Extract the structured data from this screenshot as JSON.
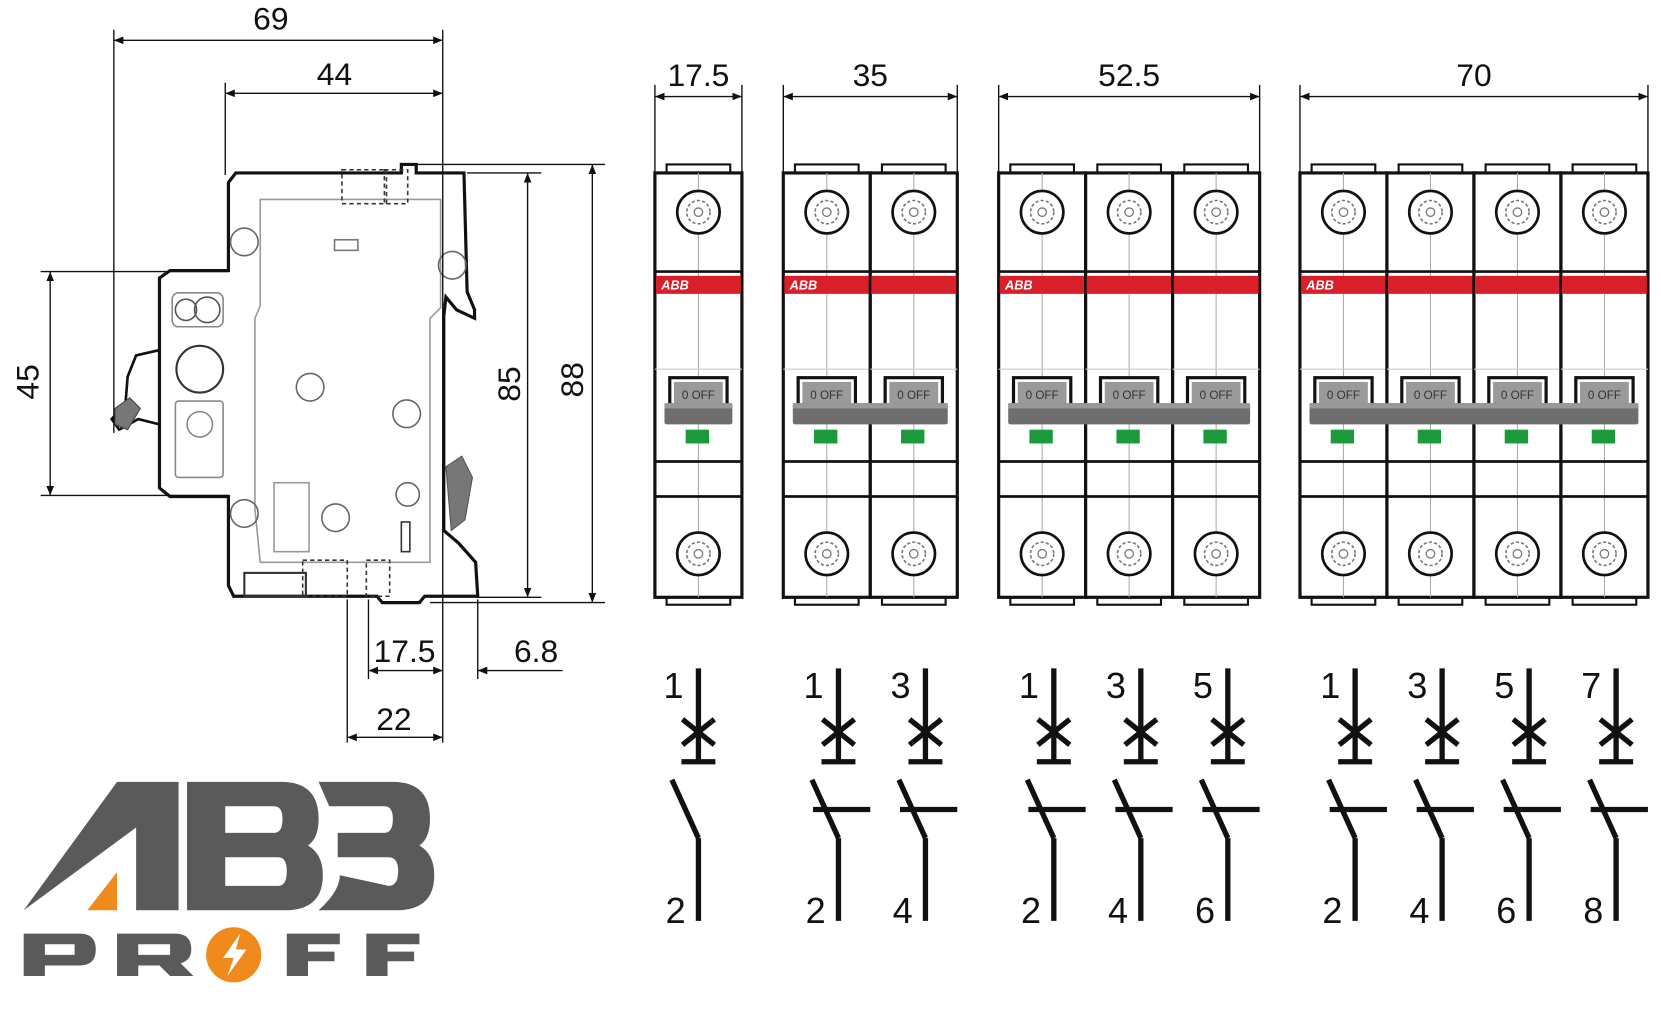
{
  "side_view": {
    "dim_width_total": "69",
    "dim_width_body": "44",
    "dim_height_front": "45",
    "dim_height_body": "85",
    "dim_height_total": "88",
    "dim_rail_offset": "17.5",
    "dim_rail_depth": "6.8",
    "dim_bottom": "22"
  },
  "front_view": {
    "brand_label": "ABB",
    "toggle_label": "0 OFF",
    "groups": [
      {
        "width_label": "17.5",
        "poles": 1,
        "top_terminals": [
          "1"
        ],
        "bottom_terminals": [
          "2"
        ]
      },
      {
        "width_label": "35",
        "poles": 2,
        "top_terminals": [
          "1",
          "3"
        ],
        "bottom_terminals": [
          "2",
          "4"
        ]
      },
      {
        "width_label": "52.5",
        "poles": 3,
        "top_terminals": [
          "1",
          "3",
          "5"
        ],
        "bottom_terminals": [
          "2",
          "4",
          "6"
        ]
      },
      {
        "width_label": "70",
        "poles": 4,
        "top_terminals": [
          "1",
          "3",
          "5",
          "7"
        ],
        "bottom_terminals": [
          "2",
          "4",
          "6",
          "8"
        ]
      }
    ]
  },
  "logo": {
    "top": "ABB",
    "bottom": "PROFF"
  },
  "colors": {
    "red_band": "#d9202a",
    "indicator_green": "#1a9a3a",
    "logo_gray": "#5a5a5a",
    "logo_orange": "#f08a1c",
    "toggle_gray": "#8a8a8a"
  }
}
